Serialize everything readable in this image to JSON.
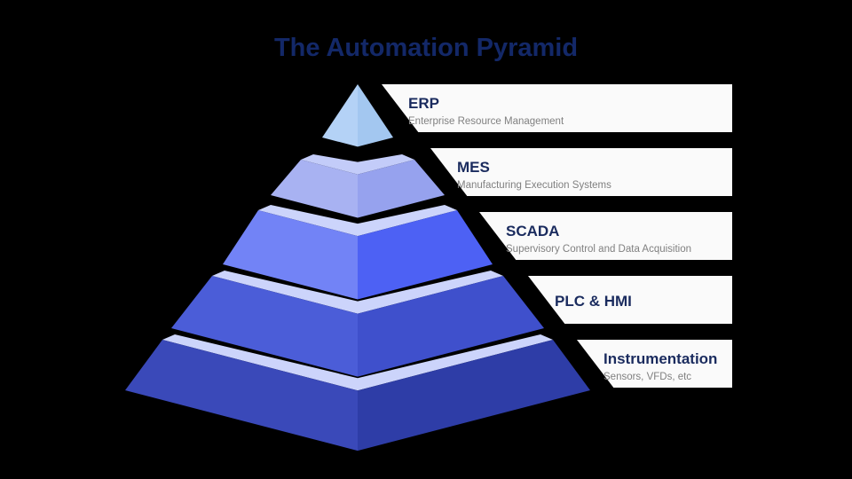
{
  "background": "#000000",
  "title": {
    "text": "The Automation Pyramid",
    "color": "#132868"
  },
  "card": {
    "bg": "#fafafa",
    "title_color": "#1a2b5e",
    "subtitle_color": "#808080"
  },
  "levels": [
    {
      "id": "erp",
      "label": "ERP",
      "sublabel": "Enterprise Resource Management",
      "face_left": "#b4d2f6",
      "face_right": "#a3c7f0",
      "face_top": "#c9d2fa"
    },
    {
      "id": "mes",
      "label": "MES",
      "sublabel": "Manufacturing Execution Systems",
      "face_left": "#a8b2f2",
      "face_right": "#96a2ee",
      "face_top": "#c3ccf9"
    },
    {
      "id": "scada",
      "label": "SCADA",
      "sublabel": "Supervisory Control and Data Acquisition",
      "face_left": "#7283f6",
      "face_right": "#4d61f4",
      "face_top": "#ccd4fb"
    },
    {
      "id": "plc-hmi",
      "label": "PLC & HMI",
      "sublabel": "",
      "face_left": "#4b5dd8",
      "face_right": "#3f50cc",
      "face_top": "#ccd4fb"
    },
    {
      "id": "instrumentation",
      "label": "Instrumentation",
      "sublabel": "Sensors, VFDs, etc",
      "face_left": "#3a49b9",
      "face_right": "#2e3da7",
      "face_top": "#ccd4fb"
    }
  ]
}
